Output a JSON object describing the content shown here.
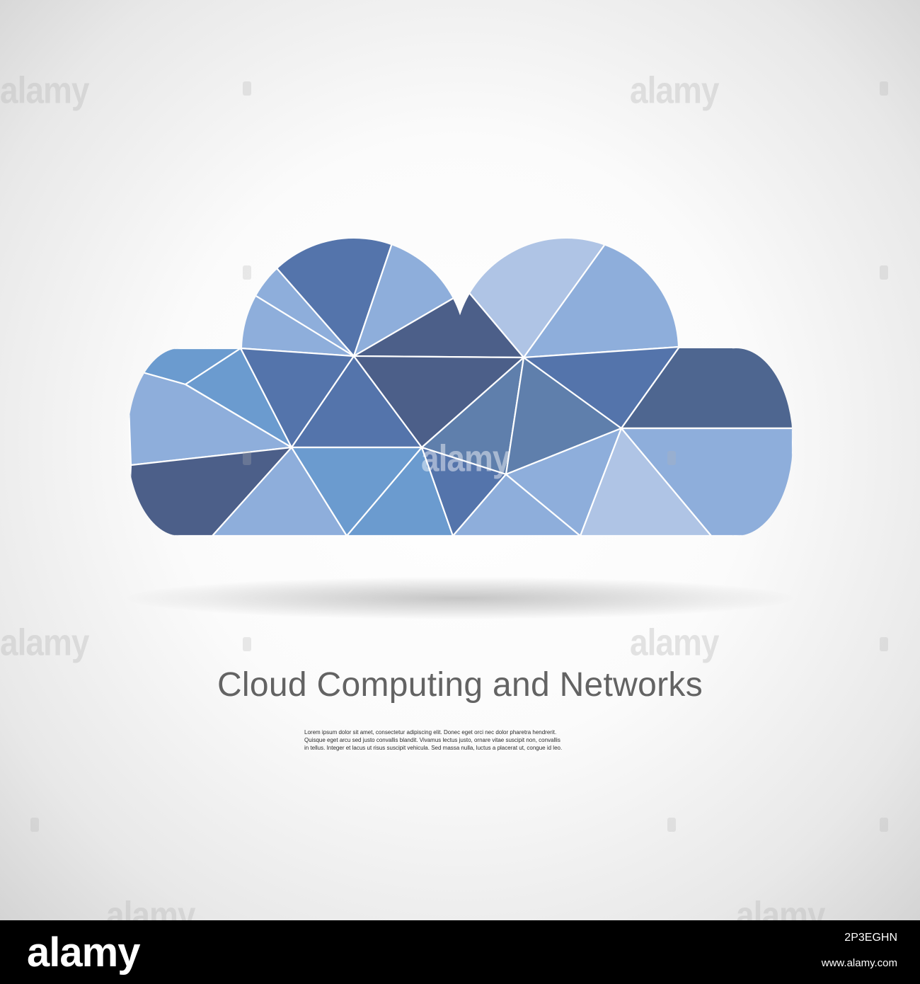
{
  "title": "Cloud Computing and Networks",
  "body_lines": [
    "Lorem ipsum dolor sit amet, consectetur adipiscing elit. Donec eget orci nec dolor pharetra hendrerit.",
    "Quisque eget arcu sed justo convallis blandit. Vivamus lectus justo, ornare vitae suscipit non, convallis",
    "in tellus. Integer et lacus ut risus suscipit vehicula. Sed massa nulla, luctus a placerat ut, congue id leo."
  ],
  "watermark_text": "alamy",
  "footer": {
    "logo": "alamy",
    "image_id": "2P3EGHN",
    "site": "www.alamy.com"
  },
  "colors": {
    "facet_dark": "#4c5f89",
    "facet_medium_dark": "#5474ab",
    "facet_medium": "#6b9bcf",
    "facet_light": "#8eaedb",
    "facet_lightest": "#afc4e5",
    "facet_lines": "#ffffff",
    "title_text": "#636363",
    "footer_background": "#000000"
  }
}
